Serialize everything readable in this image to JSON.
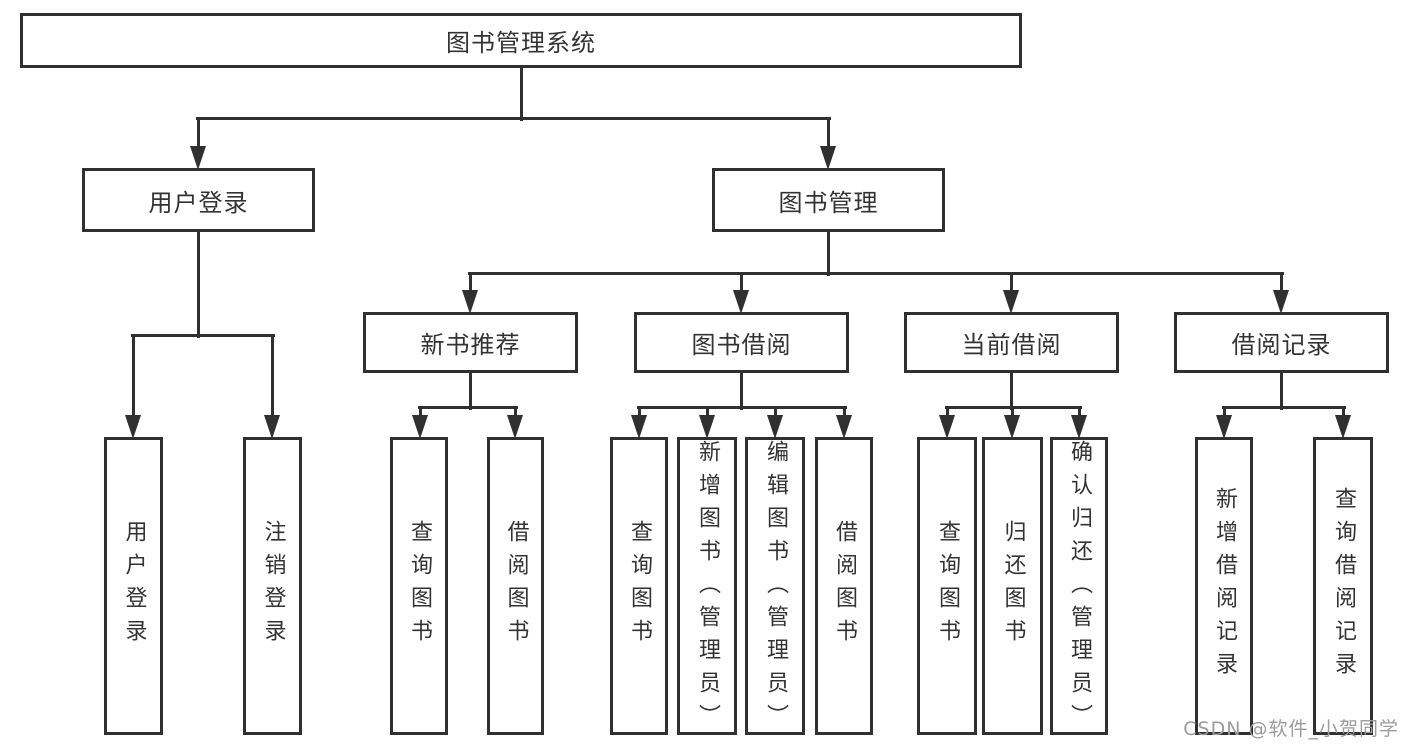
{
  "diagram": {
    "type": "hierarchy-tree",
    "watermark": "CSDN @软件_小贺同学",
    "colors": {
      "line": "#303030",
      "text": "#333333",
      "watermark": "#9c9c9c",
      "background": "#ffffff"
    },
    "root": {
      "label": "图书管理系统"
    },
    "level2": [
      {
        "label": "用户登录"
      },
      {
        "label": "图书管理"
      }
    ],
    "level3": [
      {
        "label": "新书推荐"
      },
      {
        "label": "图书借阅"
      },
      {
        "label": "当前借阅"
      },
      {
        "label": "借阅记录"
      }
    ],
    "leaves": {
      "user_login_group": [
        "用户登录",
        "注销登录"
      ],
      "new_book_group": [
        "查询图书",
        "借阅图书"
      ],
      "book_borrow_group": [
        "查询图书",
        "新增图书（管理员）",
        "编辑图书（管理员）",
        "借阅图书"
      ],
      "current_borrow_group": [
        "查询图书",
        "归还图书",
        "确认归还（管理员）"
      ],
      "borrow_record_group": [
        "新增借阅记录",
        "查询借阅记录"
      ]
    }
  }
}
